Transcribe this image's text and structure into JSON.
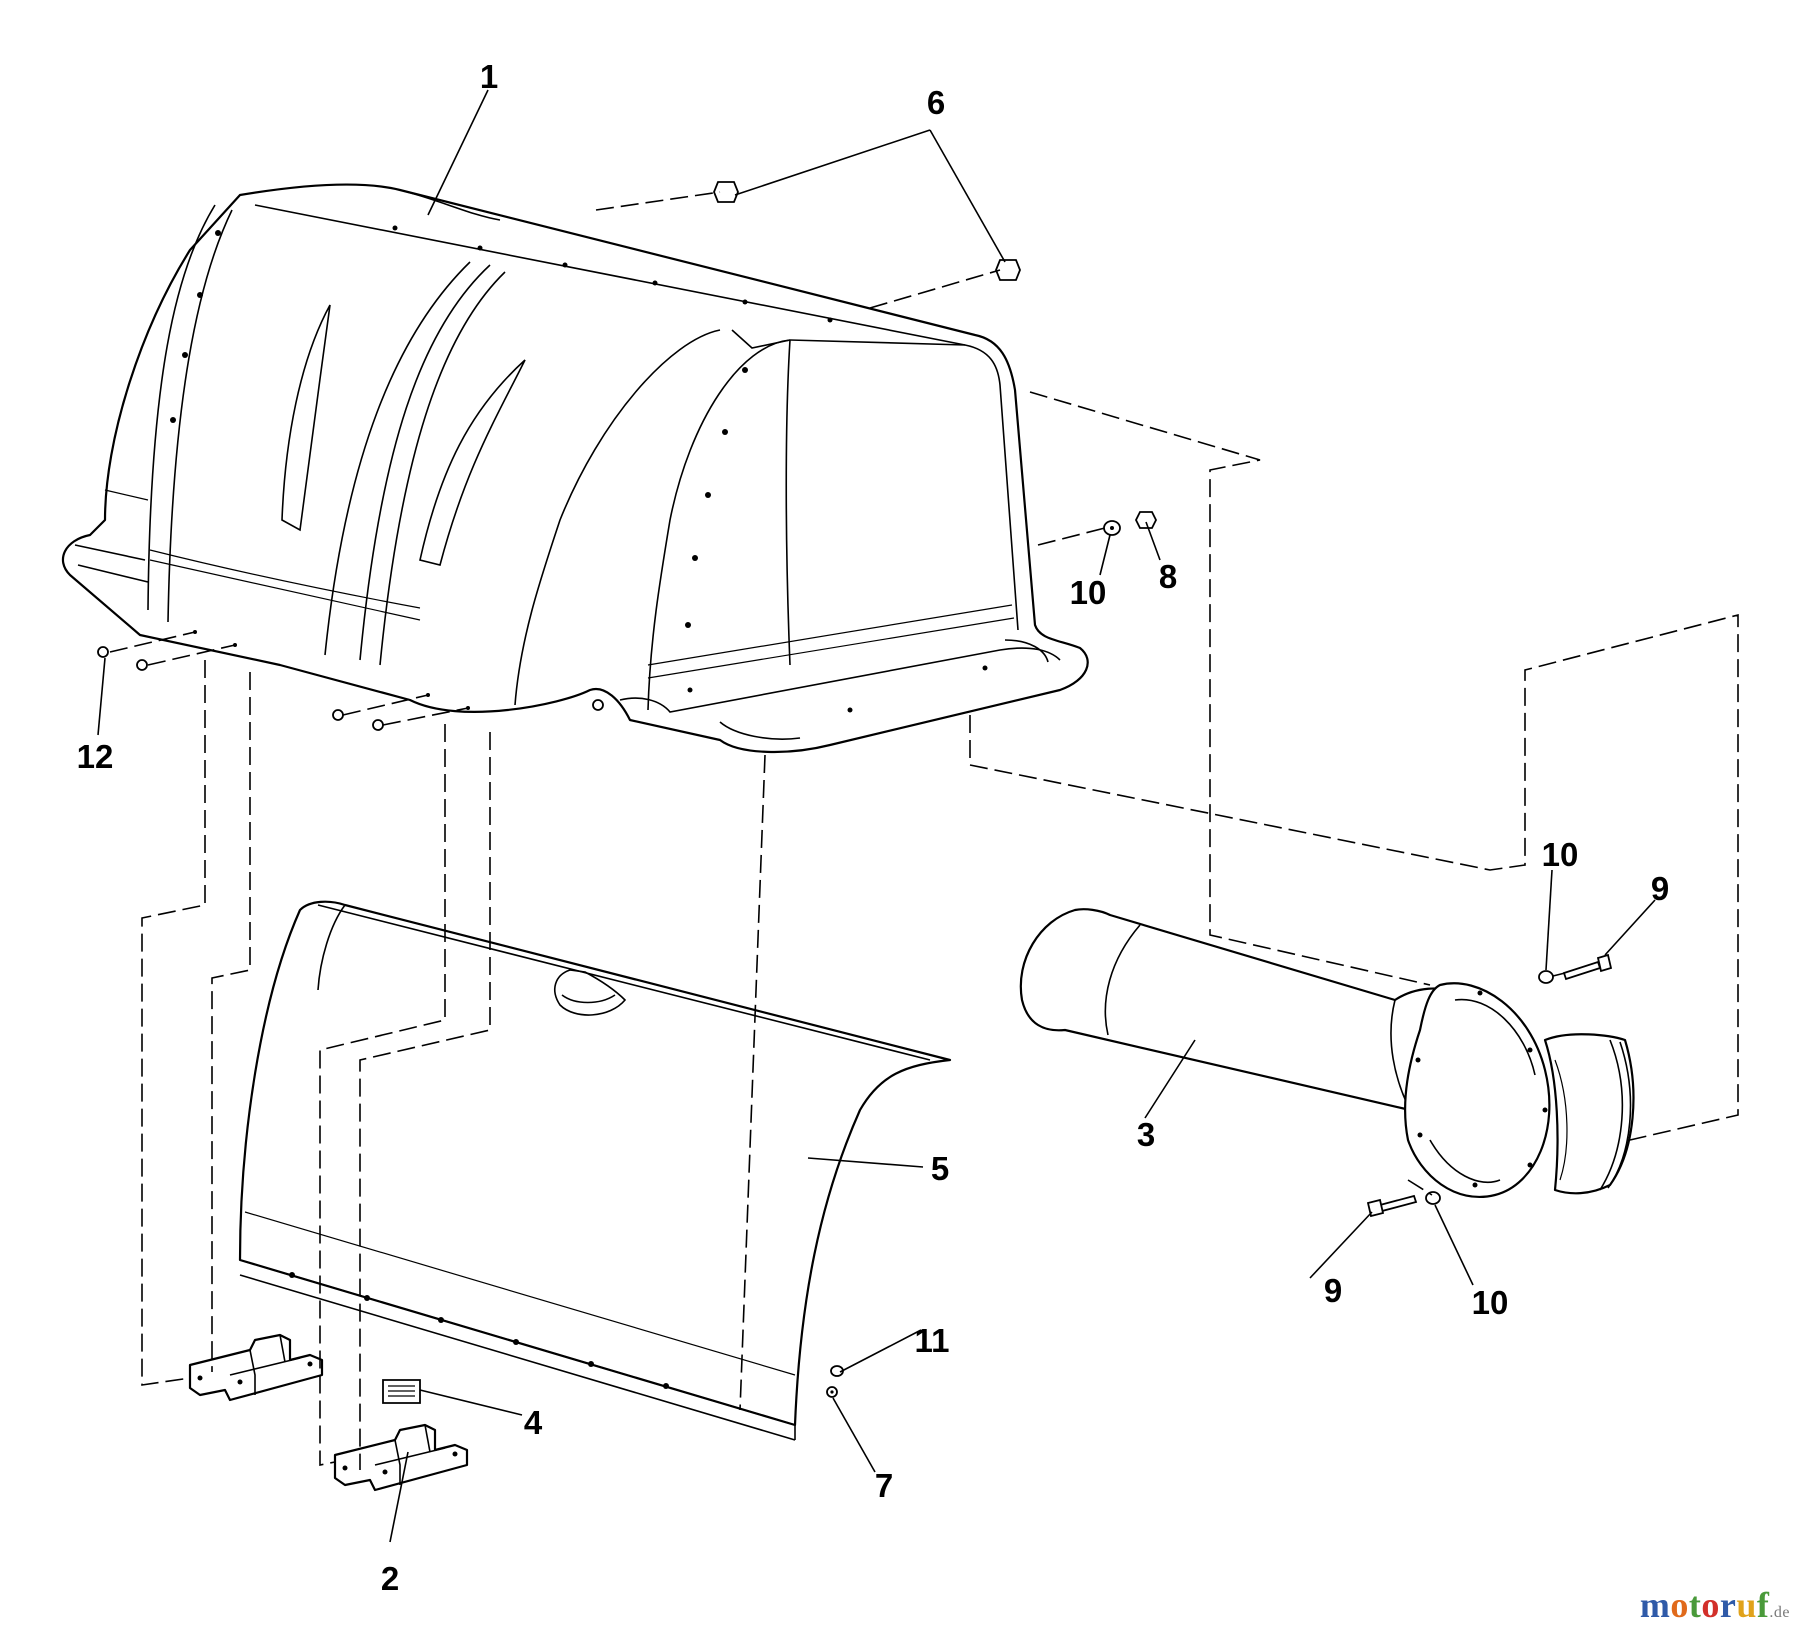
{
  "callouts": {
    "c1": "1",
    "c2": "2",
    "c3": "3",
    "c4": "4",
    "c5": "5",
    "c6": "6",
    "c7": "7",
    "c8": "8",
    "c9a": "9",
    "c9b": "9",
    "c10a": "10",
    "c10b": "10",
    "c10c": "10",
    "c11": "11",
    "c12": "12"
  },
  "watermark": {
    "name": "motoruf",
    "suffix": ".de",
    "letter_colors": [
      "#2f5aa8",
      "#e06a1b",
      "#4a9a3a",
      "#d2302a",
      "#2f5aa8",
      "#e0a21b",
      "#4a9a3a"
    ]
  }
}
